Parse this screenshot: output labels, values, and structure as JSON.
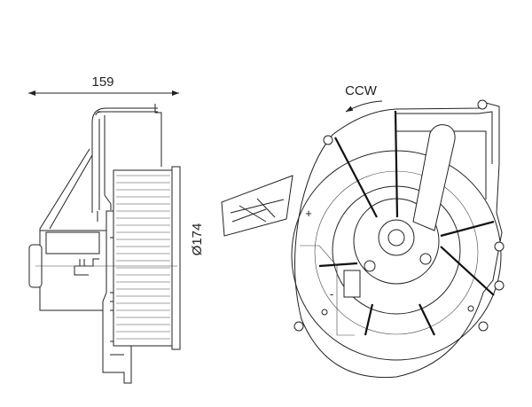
{
  "drawing": {
    "side_view": {
      "width_dimension": "159",
      "diameter_dimension": "Ø174"
    },
    "front_view": {
      "rotation_label": "CCW",
      "positive_terminal": "+",
      "negative_terminal": "-"
    }
  }
}
